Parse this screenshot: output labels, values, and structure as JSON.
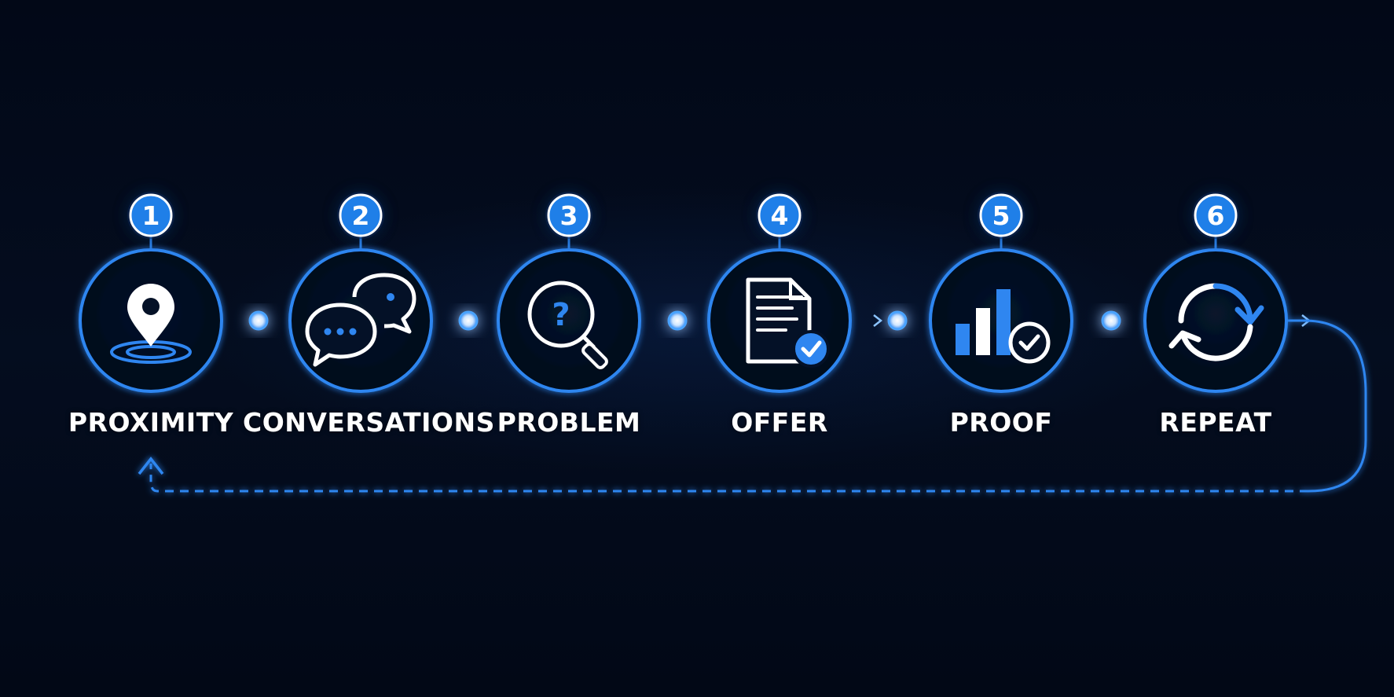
{
  "steps": [
    {
      "number": "1",
      "label": "PROXIMITY",
      "icon": "location-pin-icon"
    },
    {
      "number": "2",
      "label": "CONVERSATIONS",
      "icon": "chat-bubbles-icon"
    },
    {
      "number": "3",
      "label": "PROBLEM",
      "icon": "magnifier-question-icon"
    },
    {
      "number": "4",
      "label": "OFFER",
      "icon": "document-check-icon"
    },
    {
      "number": "5",
      "label": "PROOF",
      "icon": "bar-chart-check-icon"
    },
    {
      "number": "6",
      "label": "REPEAT",
      "icon": "refresh-cycle-icon"
    }
  ],
  "colors": {
    "background": "#030a19",
    "accent": "#2f86f0",
    "badge": "#1f7fe8",
    "glow": "#4aa3ff",
    "text": "#ffffff"
  }
}
